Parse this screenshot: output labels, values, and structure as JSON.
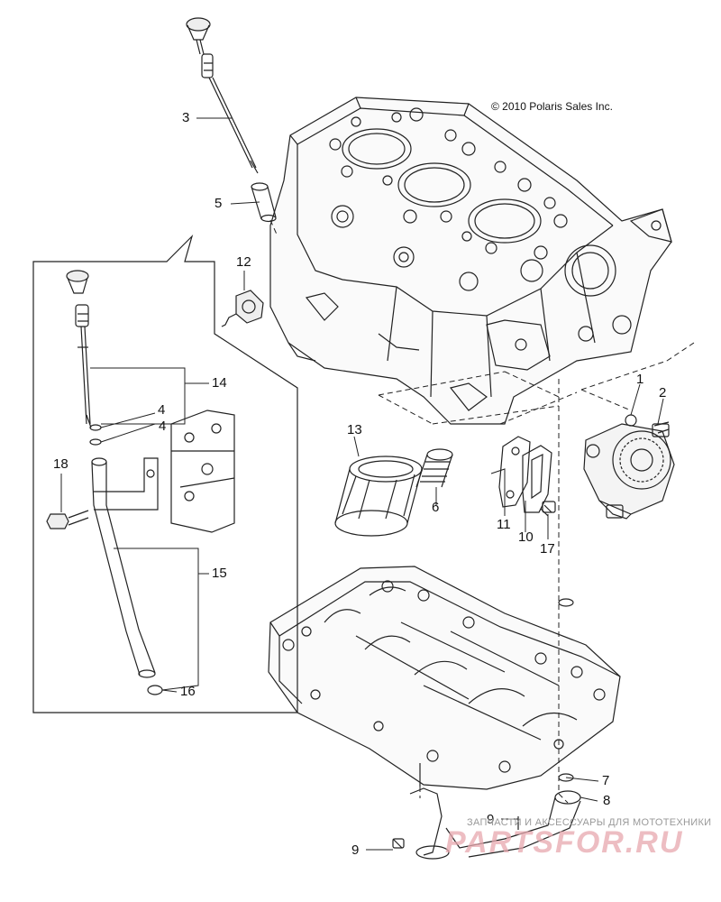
{
  "copyright": "© 2010 Polaris Sales Inc.",
  "watermark": {
    "caption": "ЗАПЧАСТИ И АКСЕССУАРЫ ДЛЯ МОТОТЕХНИКИ",
    "brand": "PARTSFOR.RU"
  },
  "callouts": {
    "c1": "1",
    "c2": "2",
    "c3": "3",
    "c4a": "4",
    "c4b": "4",
    "c5": "5",
    "c6": "6",
    "c7": "7",
    "c8": "8",
    "c9a": "9",
    "c9b": "9",
    "c10": "10",
    "c11": "11",
    "c12": "12",
    "c13": "13",
    "c14": "14",
    "c15": "15",
    "c16": "16",
    "c17": "17",
    "c18": "18"
  }
}
